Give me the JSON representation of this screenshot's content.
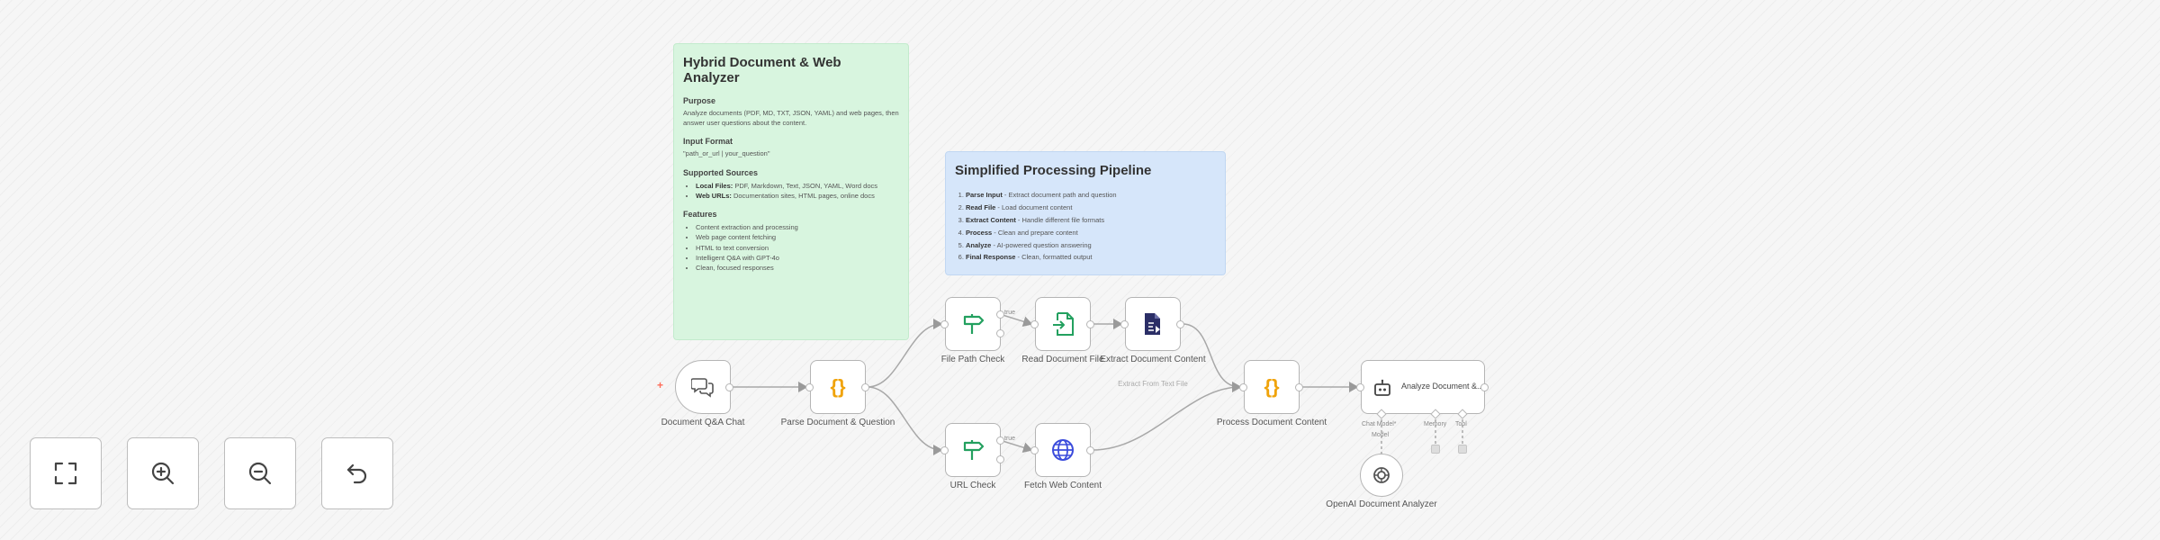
{
  "sticky_overview": {
    "title": "Hybrid Document & Web Analyzer",
    "purpose_heading": "Purpose",
    "purpose_text": "Analyze documents (PDF, MD, TXT, JSON, YAML) and web pages, then answer user questions about the content.",
    "input_heading": "Input Format",
    "input_text": "\"path_or_url | your_question\"",
    "sources_heading": "Supported Sources",
    "sources": [
      {
        "strong": "Local Files:",
        "text": " PDF, Markdown, Text, JSON, YAML, Word docs"
      },
      {
        "strong": "Web URLs:",
        "text": " Documentation sites, HTML pages, online docs"
      }
    ],
    "features_heading": "Features",
    "features": [
      "Content extraction and processing",
      "Web page content fetching",
      "HTML to text conversion",
      "Intelligent Q&A with GPT-4o",
      "Clean, focused responses"
    ]
  },
  "sticky_pipeline": {
    "title": "Simplified Processing Pipeline",
    "steps": [
      {
        "strong": "Parse Input",
        "text": " - Extract document path and question"
      },
      {
        "strong": "Read File",
        "text": " - Load document content"
      },
      {
        "strong": "Extract Content",
        "text": " - Handle different file formats"
      },
      {
        "strong": "Process",
        "text": " - Clean and prepare content"
      },
      {
        "strong": "Analyze",
        "text": " - AI-powered question answering"
      },
      {
        "strong": "Final Response",
        "text": " - Clean, formatted output"
      }
    ]
  },
  "nodes": {
    "chat": {
      "label": "Document Q&A Chat",
      "icon": "chat-bubbles-icon"
    },
    "parse": {
      "label": "Parse Document & Question",
      "icon": "braces-icon",
      "glyph": "{}"
    },
    "file_check": {
      "label": "File Path Check",
      "icon": "signpost-icon"
    },
    "read_file": {
      "label": "Read Document File",
      "icon": "file-import-icon"
    },
    "extract": {
      "label": "Extract Document Content",
      "sublabel": "Extract From Text File",
      "icon": "document-extract-icon"
    },
    "url_check": {
      "label": "URL Check",
      "icon": "signpost-icon"
    },
    "fetch": {
      "label": "Fetch Web Content",
      "icon": "globe-icon"
    },
    "process": {
      "label": "Process Document Content",
      "icon": "braces-icon",
      "glyph": "{}"
    },
    "agent": {
      "title": "Analyze Document &...",
      "icon": "robot-icon",
      "ports": {
        "chat_model": "Chat Model*",
        "memory": "Memory",
        "tool": "Tool"
      }
    },
    "openai": {
      "label": "OpenAI Document Analyzer",
      "icon": "openai-icon"
    }
  },
  "branch_labels": {
    "file_true": "true",
    "url_true": "true"
  },
  "colors": {
    "accent": "#ff6d5a",
    "braces": "#f0a30a",
    "signpost": "#23a05f",
    "globe": "#3b4cdc",
    "doc_dark": "#2b2e66"
  },
  "controls": {
    "fit": "fullscreen-icon",
    "zoom_in": "zoom-in-icon",
    "zoom_out": "zoom-out-icon",
    "reset": "undo-icon"
  }
}
